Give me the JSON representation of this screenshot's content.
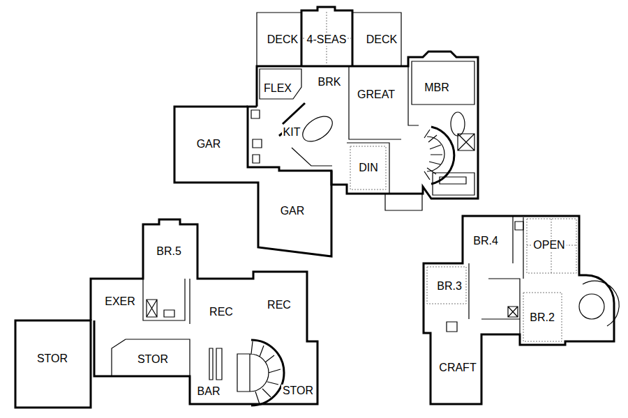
{
  "diagram": {
    "nodes": [
      {
        "text": [
          "DECK"
        ]
      },
      {
        "text": [
          "4-SEAS"
        ]
      },
      {
        "text": [
          "DECK"
        ]
      },
      {
        "text": [
          "FLEX"
        ]
      },
      {
        "text": [
          "BRK"
        ]
      },
      {
        "text": [
          "GREAT"
        ]
      },
      {
        "text": [
          "MBR"
        ]
      },
      {
        "text": [
          "GAR"
        ]
      },
      {
        "text": [
          "KIT"
        ]
      },
      {
        "text": [
          "DIN"
        ]
      },
      {
        "text": [
          "GAR"
        ]
      },
      {
        "text": [
          "BR.5"
        ]
      },
      {
        "text": [
          "BR.4"
        ]
      },
      {
        "text": [
          "OPEN"
        ]
      },
      {
        "text": [
          "EXER"
        ]
      },
      {
        "text": [
          "REC"
        ]
      },
      {
        "text": [
          "REC"
        ]
      },
      {
        "text": [
          "BR.3"
        ]
      },
      {
        "text": [
          "BR.2"
        ]
      },
      {
        "text": [
          "STOR"
        ]
      },
      {
        "text": [
          "STOR"
        ]
      },
      {
        "text": [
          "CRAFT"
        ]
      },
      {
        "text": [
          "BAR"
        ]
      },
      {
        "text": [
          "STOR"
        ]
      }
    ]
  }
}
